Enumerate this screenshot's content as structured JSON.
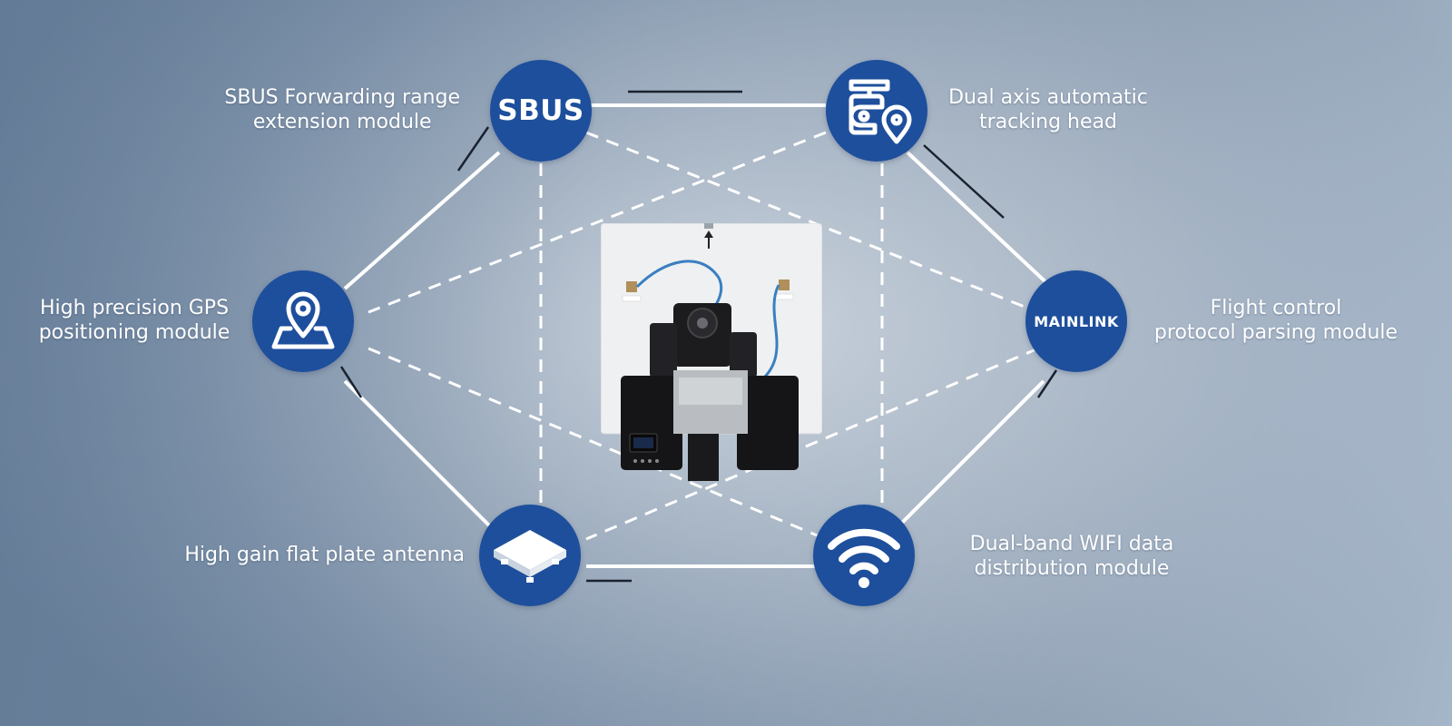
{
  "nodes": {
    "sbus": {
      "text": "SBUS",
      "label": [
        "SBUS Forwarding range",
        "extension module"
      ]
    },
    "tracking": {
      "icon": "tracking-head-camera-icon",
      "label": [
        "Dual axis automatic",
        "tracking head"
      ]
    },
    "gps": {
      "icon": "map-pin-icon",
      "label": [
        "High precision GPS",
        "positioning module"
      ]
    },
    "mainlink": {
      "text": "MAINLINK",
      "label": [
        "Flight control",
        "protocol parsing module"
      ]
    },
    "antenna": {
      "icon": "flat-plate-antenna-icon",
      "label": [
        "High gain flat plate antenna"
      ]
    },
    "wifi": {
      "icon": "wifi-icon",
      "label": [
        "Dual-band WIFI data",
        "distribution module"
      ]
    }
  },
  "colors": {
    "node": "#1e4f9c",
    "line": "#ffffff",
    "background": "#9fb0c2"
  }
}
